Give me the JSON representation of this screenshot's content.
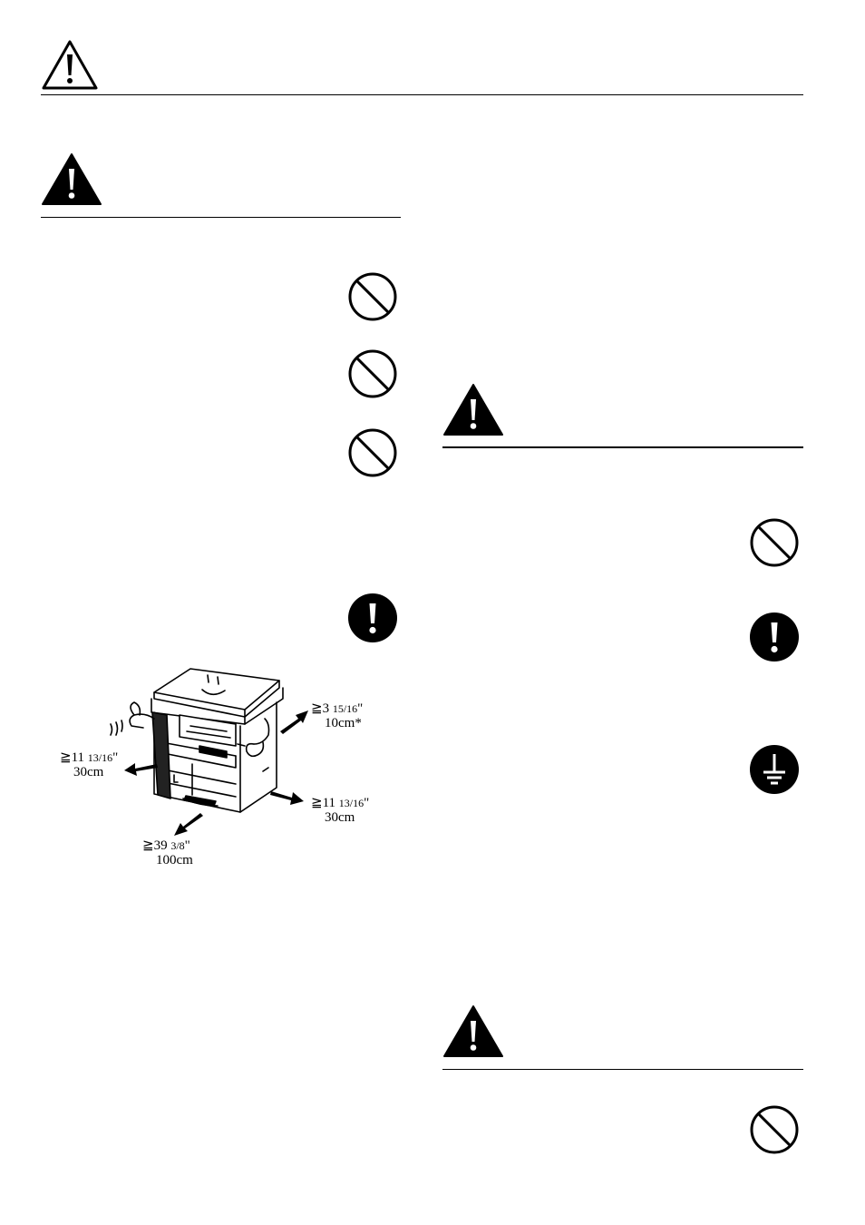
{
  "page": {
    "background": "#ffffff",
    "ink": "#000000"
  },
  "header": {
    "icon": "warning-outline-triangle-icon"
  },
  "sections": [
    {
      "id": "installation-caution-left",
      "icon": "warning-triangle-icon",
      "symbols": [
        "prohibition-icon",
        "prohibition-icon",
        "prohibition-icon",
        "mandatory-action-icon"
      ]
    },
    {
      "id": "power-caution-right",
      "icon": "warning-triangle-icon",
      "symbols": [
        "prohibition-icon",
        "mandatory-action-icon",
        "ground-icon"
      ]
    },
    {
      "id": "handling-caution-right",
      "icon": "warning-triangle-icon",
      "symbols": [
        "prohibition-icon"
      ]
    }
  ],
  "clearance_diagram": {
    "icon": "copier-illustration-icon",
    "rear": {
      "sym": "≧",
      "whole": "3",
      "frac": "15/16",
      "inch": "\"",
      "metric": "10cm*"
    },
    "left": {
      "sym": "≧",
      "whole": "11",
      "frac": "13/16",
      "inch": "\"",
      "metric": "30cm"
    },
    "right": {
      "sym": "≧",
      "whole": "11",
      "frac": "13/16",
      "inch": "\"",
      "metric": "30cm"
    },
    "front": {
      "sym": "≧",
      "whole": "39",
      "frac": "3/8",
      "inch": "\"",
      "metric": "100cm"
    }
  }
}
